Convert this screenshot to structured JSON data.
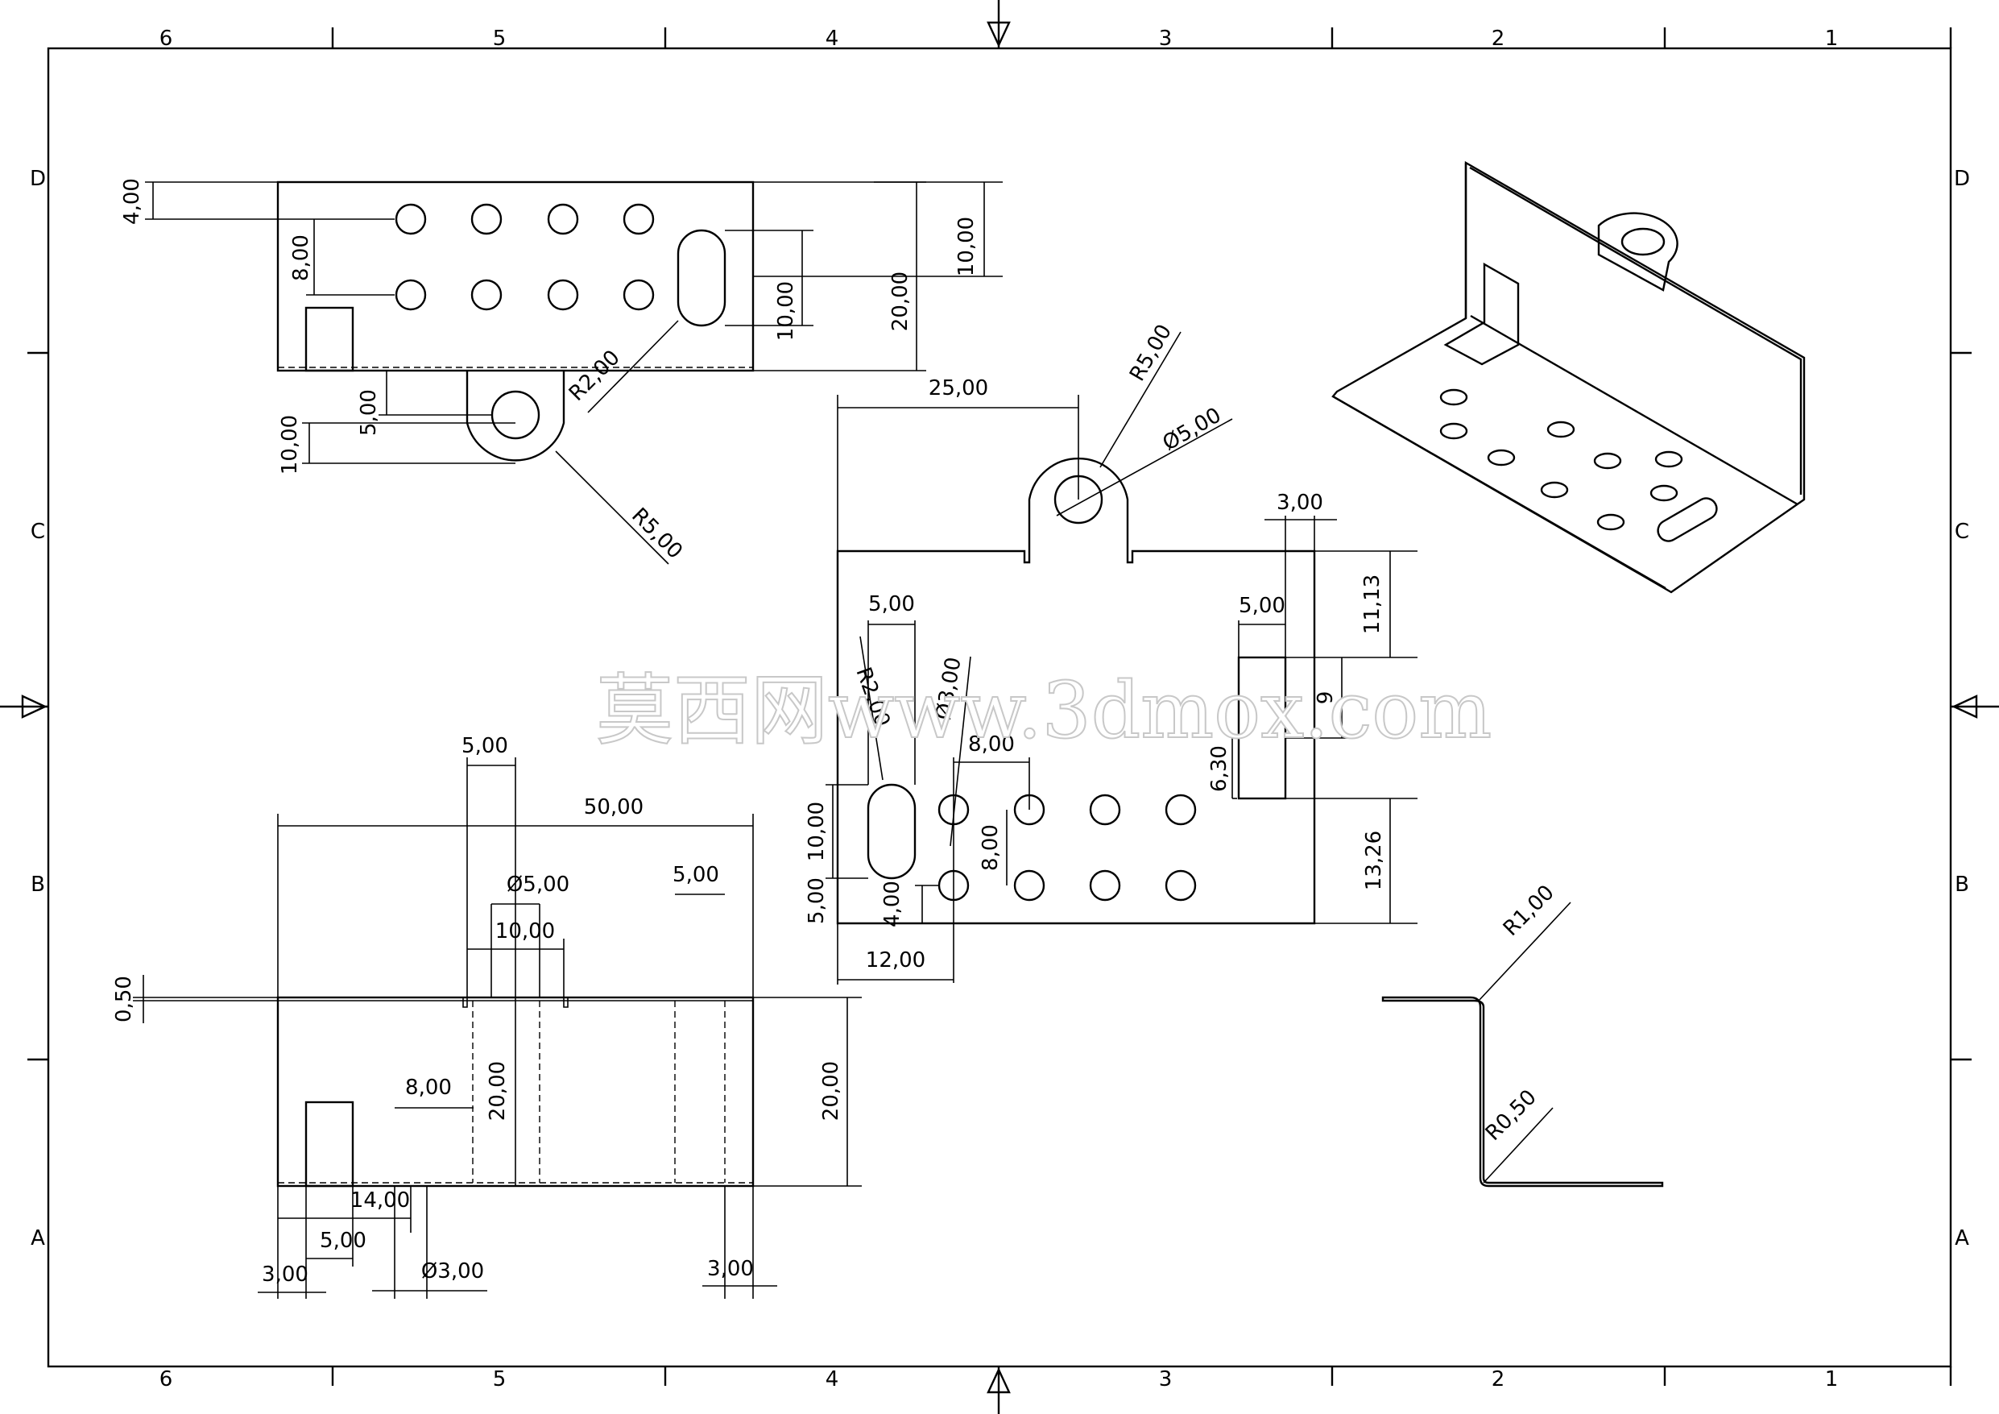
{
  "sheet": {
    "zones_columns": [
      "6",
      "5",
      "4",
      "3",
      "2",
      "1"
    ],
    "zones_rows": [
      "D",
      "C",
      "B",
      "A"
    ]
  },
  "watermark": "莫西网www.3dmox.com",
  "top_view": {
    "dims": {
      "d_4": "4,00",
      "d_8": "8,00",
      "d_5": "5,00",
      "d_10_tab": "10,00",
      "d_r2": "R2,00",
      "d_r5": "R5,00",
      "d_10_slot": "10,00",
      "d_20": "20,00",
      "d_10_right": "10,00"
    }
  },
  "front_view": {
    "dims": {
      "d_5_top": "5,00",
      "d_50": "50,00",
      "d_dia5": "Ø5,00",
      "d_10": "10,00",
      "d_5_right": "5,00",
      "d_050": "0,50",
      "d_8": "8,00",
      "d_20_in": "20,00",
      "d_20_out": "20,00",
      "d_14": "14,00",
      "d_5_bot": "5,00",
      "d_3_left": "3,00",
      "d_dia3": "Ø3,00",
      "d_3_right": "3,00"
    }
  },
  "flat_view": {
    "dims": {
      "d_25": "25,00",
      "d_r5": "R5,00",
      "d_dia5": "Ø5,00",
      "d_3": "3,00",
      "d_5_left": "5,00",
      "d_5_right": "5,00",
      "d_1113": "11,13",
      "d_9": "9",
      "d_r2": "R2,00",
      "d_dia3": "Ø3,00",
      "d_8_h": "8,00",
      "d_630": "6,30",
      "d_10": "10,00",
      "d_8_v": "8,00",
      "d_5_bot": "5,00",
      "d_4": "4,00",
      "d_1326": "13,26",
      "d_12": "12,00"
    }
  },
  "side_view": {
    "dims": {
      "d_r1": "R1,00",
      "d_r05": "R0,50"
    }
  }
}
